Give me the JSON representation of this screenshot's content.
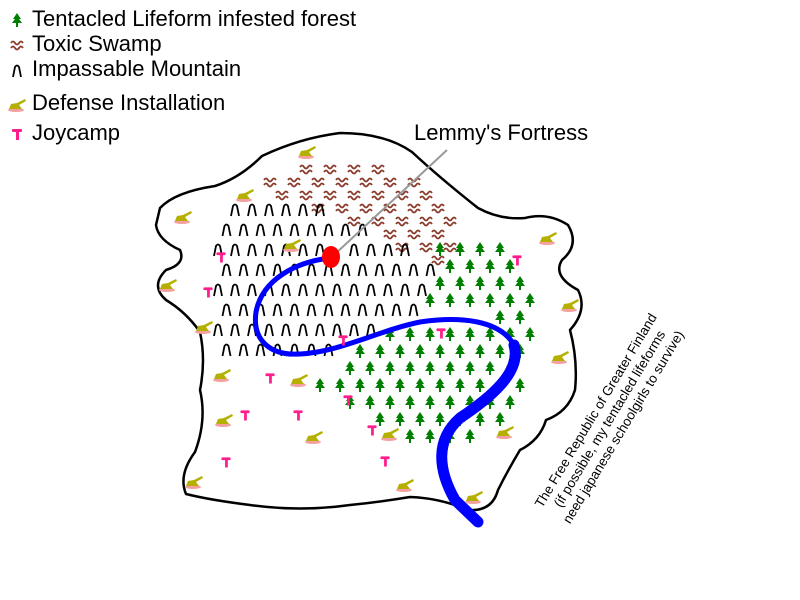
{
  "legend": [
    {
      "icon": "tree-icon",
      "label": "Tentacled Lifeform infested forest",
      "color": "#007f00"
    },
    {
      "icon": "swamp-icon",
      "label": "Toxic Swamp",
      "color": "#8b3a2a"
    },
    {
      "icon": "mountain-icon",
      "label": "Impassable Mountain",
      "color": "#000000"
    },
    {
      "icon": "tank-icon",
      "label": "Defense Installation",
      "color": "#b5b000"
    },
    {
      "icon": "joycamp-icon",
      "label": "Joycamp",
      "color": "#ff1c8c"
    }
  ],
  "fortress": {
    "label": "Lemmy's Fortress",
    "color": "#ff0000"
  },
  "river": {
    "color": "#0000ff"
  },
  "caption": {
    "line1": "The Free Republic of Greater Finland",
    "line2": "(if possible, my tentacled lifeforms",
    "line3": "need japanese schoolgirls to survive)"
  }
}
